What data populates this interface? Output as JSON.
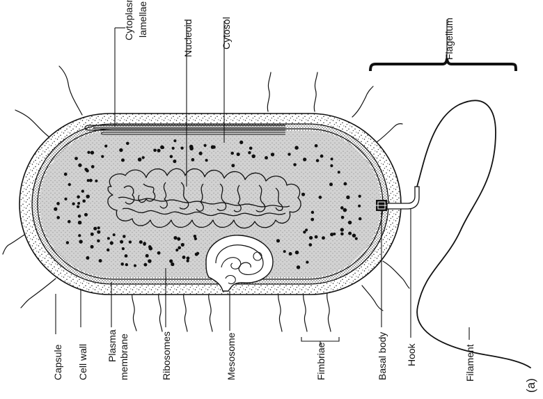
{
  "labels": {
    "cytoplasmic_lamellae_1": "Cytoplasmic",
    "cytoplasmic_lamellae_2": "lamellae",
    "nucleoid": "Nucleoid",
    "cytosol": "Cytosol",
    "flagellum": "Flagellum",
    "capsule": "Capsule",
    "cell_wall": "Cell wall",
    "plasma_membrane_1": "Plasma",
    "plasma_membrane_2": "membrane",
    "ribosomes": "Ribosomes",
    "mesosome": "Mesosome",
    "fimbriae": "Fimbriae",
    "basal_body": "Basal body",
    "hook": "Hook",
    "filament": "Filament",
    "panel": "(a)"
  }
}
